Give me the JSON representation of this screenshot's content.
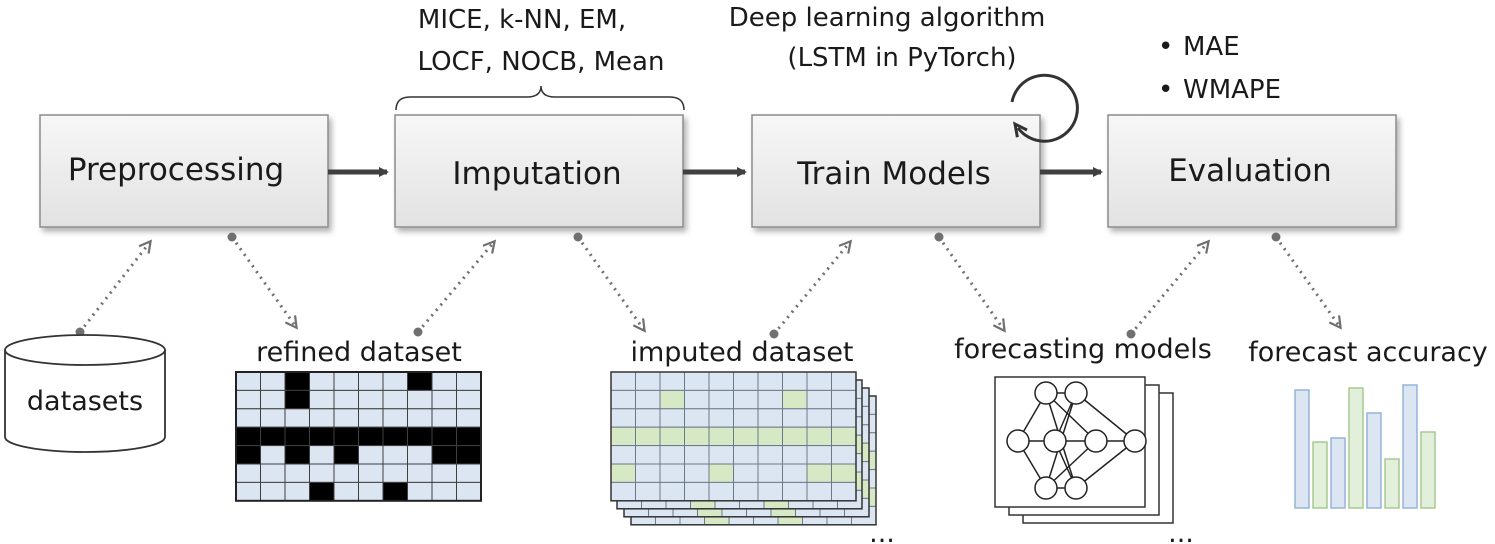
{
  "stages": [
    {
      "id": "preprocessing",
      "label": "Preprocessing"
    },
    {
      "id": "imputation",
      "label": "Imputation"
    },
    {
      "id": "train",
      "label": "Train Models"
    },
    {
      "id": "evaluation",
      "label": "Evaluation"
    }
  ],
  "imputation_methods": {
    "line1": "MICE, k-NN, EM,",
    "line2": "LOCF, NOCB, Mean"
  },
  "training_note": {
    "line1": "Deep learning algorithm",
    "line2": "(LSTM in PyTorch)"
  },
  "metrics": [
    {
      "bullet": "•",
      "label": "MAE"
    },
    {
      "bullet": "•",
      "label": "WMAPE"
    }
  ],
  "artifacts": {
    "datasets": "datasets",
    "refined": "refined dataset",
    "imputed": "imputed dataset",
    "forecasting_models": "forecasting models",
    "forecast_accuracy": "forecast accuracy",
    "continuation": "..."
  },
  "colors": {
    "box_fill": "#ebebeb",
    "box_stroke": "#8c8c8c",
    "arrow": "#404040",
    "dotted": "#707070",
    "grid_cell": "#dce6f2",
    "grid_line": "#3f3f3f",
    "missing_cell": "#000000",
    "imputed_cell": "#d6e8c4",
    "bar_blue": "#dce6f2",
    "bar_green": "#e2efda",
    "bar_stroke_blue": "#95b3d7",
    "bar_stroke_green": "#a9c98f"
  }
}
